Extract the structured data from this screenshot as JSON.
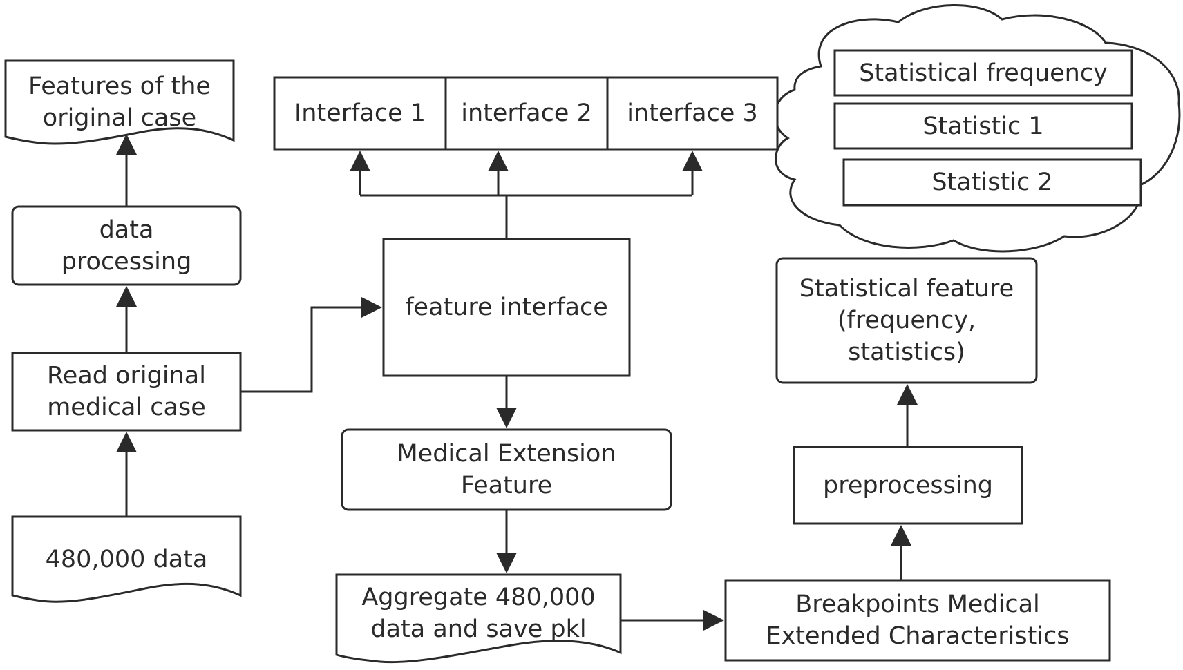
{
  "nodes": {
    "original_features": "Features of the\noriginal case",
    "data_processing": "data\nprocessing",
    "read_case": "Read original\nmedical case",
    "raw_data": "480,000 data",
    "interface_1": "Interface 1",
    "interface_2": "interface 2",
    "interface_3": "interface 3",
    "feature_interface": "feature interface",
    "medical_extension": "Medical Extension\nFeature",
    "aggregate": "Aggregate 480,000\ndata and save pkl",
    "breakpoints": "Breakpoints Medical\nExtended Characteristics",
    "preprocessing": "preprocessing",
    "statistical_feature": "Statistical feature\n(frequency,\nstatistics)",
    "stat_frequency": "Statistical frequency",
    "statistic_1": "Statistic 1",
    "statistic_2": "Statistic 2"
  },
  "colors": {
    "stroke": "#2a2a2a",
    "fill": "#ffffff",
    "text": "#2a2a2a"
  }
}
